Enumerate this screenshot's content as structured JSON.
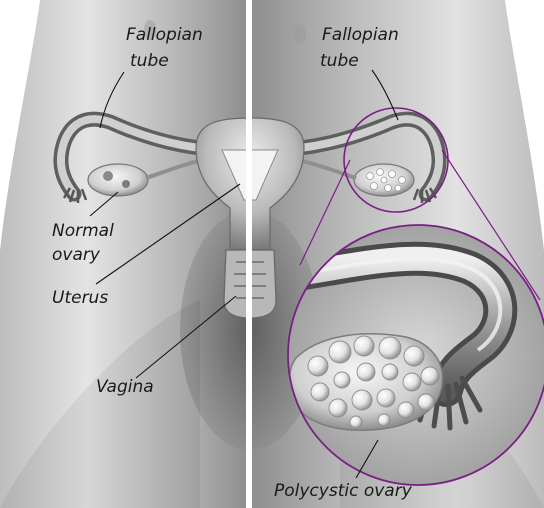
{
  "labels": {
    "fallopian_left_1": "Fallopian",
    "fallopian_left_2": "tube",
    "fallopian_right_1": "Fallopian",
    "fallopian_right_2": "tube",
    "normal_ovary_1": "Normal",
    "normal_ovary_2": "ovary",
    "uterus": "Uterus",
    "vagina": "Vagina",
    "polycystic_ovary": "Polycystic ovary"
  },
  "colors": {
    "zoom_circle": "#7a1e86",
    "divider": "#ffffff",
    "body_light": "#d6d6d6",
    "body_dark": "#7c7c7c"
  }
}
